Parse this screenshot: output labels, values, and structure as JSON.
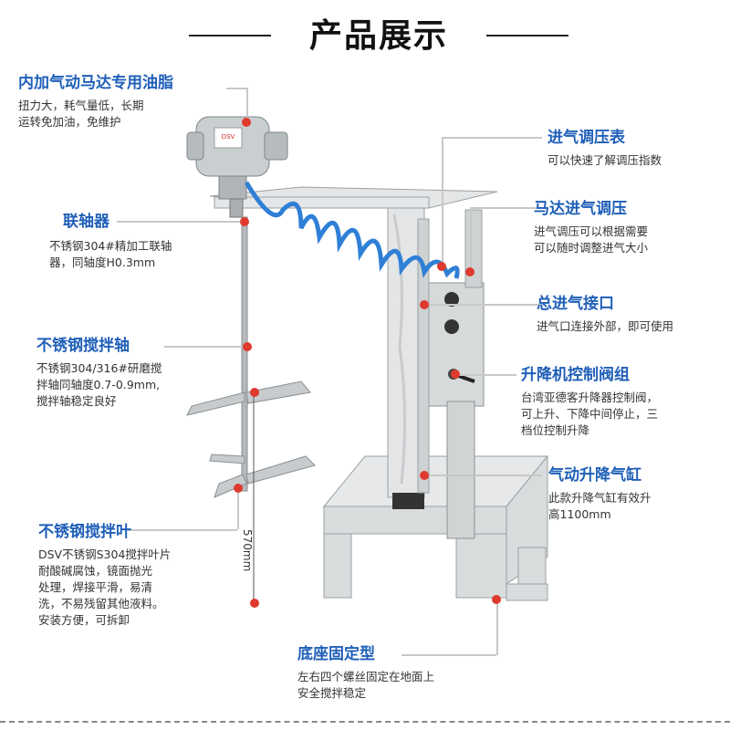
{
  "header": {
    "title": "产品展示"
  },
  "callouts": {
    "grease": {
      "title": "内加气动马达专用油脂",
      "desc": [
        "扭力大，耗气量低，长期",
        "运转免加油，免维护"
      ]
    },
    "coupling": {
      "title": "联轴器",
      "desc": [
        "不锈钢304#精加工联轴",
        "器，同轴度H0.3mm"
      ]
    },
    "shaft": {
      "title": "不锈钢搅拌轴",
      "desc": [
        "不锈钢304/316#研磨搅",
        "拌轴同轴度0.7-0.9mm,",
        "搅拌轴稳定良好"
      ]
    },
    "blade": {
      "title": "不锈钢搅拌叶",
      "desc": [
        "DSV不锈钢S304搅拌叶片",
        "耐酸碱腐蚀，镜面抛光",
        "处理，焊接平滑，易清",
        "洗，不易残留其他液料。",
        "安装方便，可拆卸"
      ]
    },
    "gauge": {
      "title": "进气调压表",
      "desc": [
        "可以快速了解调压指数"
      ]
    },
    "motor_reg": {
      "title": "马达进气调压",
      "desc": [
        "进气调压可以根据需要",
        "可以随时调整进气大小"
      ]
    },
    "main_inlet": {
      "title": "总进气接口",
      "desc": [
        "进气口连接外部，即可使用"
      ]
    },
    "lift_valve": {
      "title": "升降机控制阀组",
      "desc": [
        "台湾亚德客升降器控制阀，",
        "可上升、下降中间停止，三",
        "档位控制升降"
      ]
    },
    "cylinder": {
      "title": "气动升降气缸",
      "desc": [
        "此款升降气缸有效升",
        "高1100mm"
      ]
    },
    "base": {
      "title": "底座固定型",
      "desc": [
        "左右四个螺丝固定在地面上",
        "安全搅拌稳定"
      ]
    }
  },
  "dimension_label": "570mm",
  "motor_brand": "DSV",
  "colors": {
    "accent": "#1f5fb8",
    "dot": "#e03a2f",
    "frame": "#d9dcdd",
    "hose": "#2f7fd6"
  }
}
